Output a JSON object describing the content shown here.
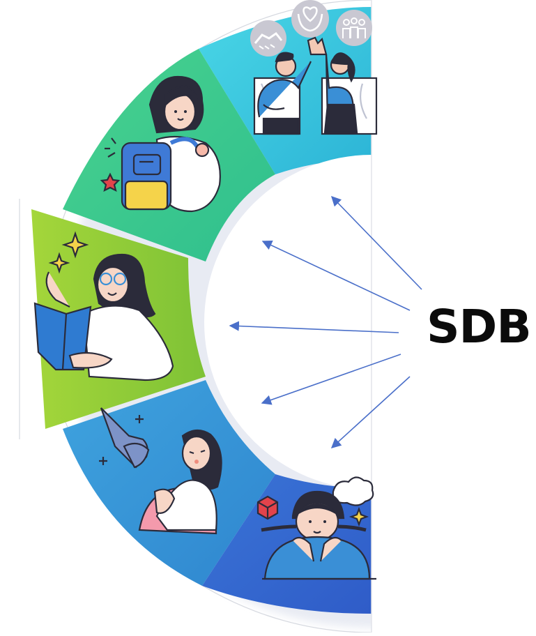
{
  "center_label": "SDB",
  "colors": {
    "segment_top": "#3ccbe0",
    "segment_backpack": "#3cc88f",
    "segment_reading": "#8ecb3a",
    "segment_comfort": "#3b9ad8",
    "segment_thinking": "#3a6ecf",
    "arrow": "#4a6fc9",
    "outline": "#2b2b3a"
  },
  "segments": [
    {
      "name": "teamwork-high-five"
    },
    {
      "name": "student-with-backpack"
    },
    {
      "name": "girl-reading-book"
    },
    {
      "name": "comforting-sad-girl"
    },
    {
      "name": "thinking-girl"
    }
  ],
  "badge_icons": [
    "handshake-icon",
    "heart-hands-icon",
    "group-icon"
  ]
}
